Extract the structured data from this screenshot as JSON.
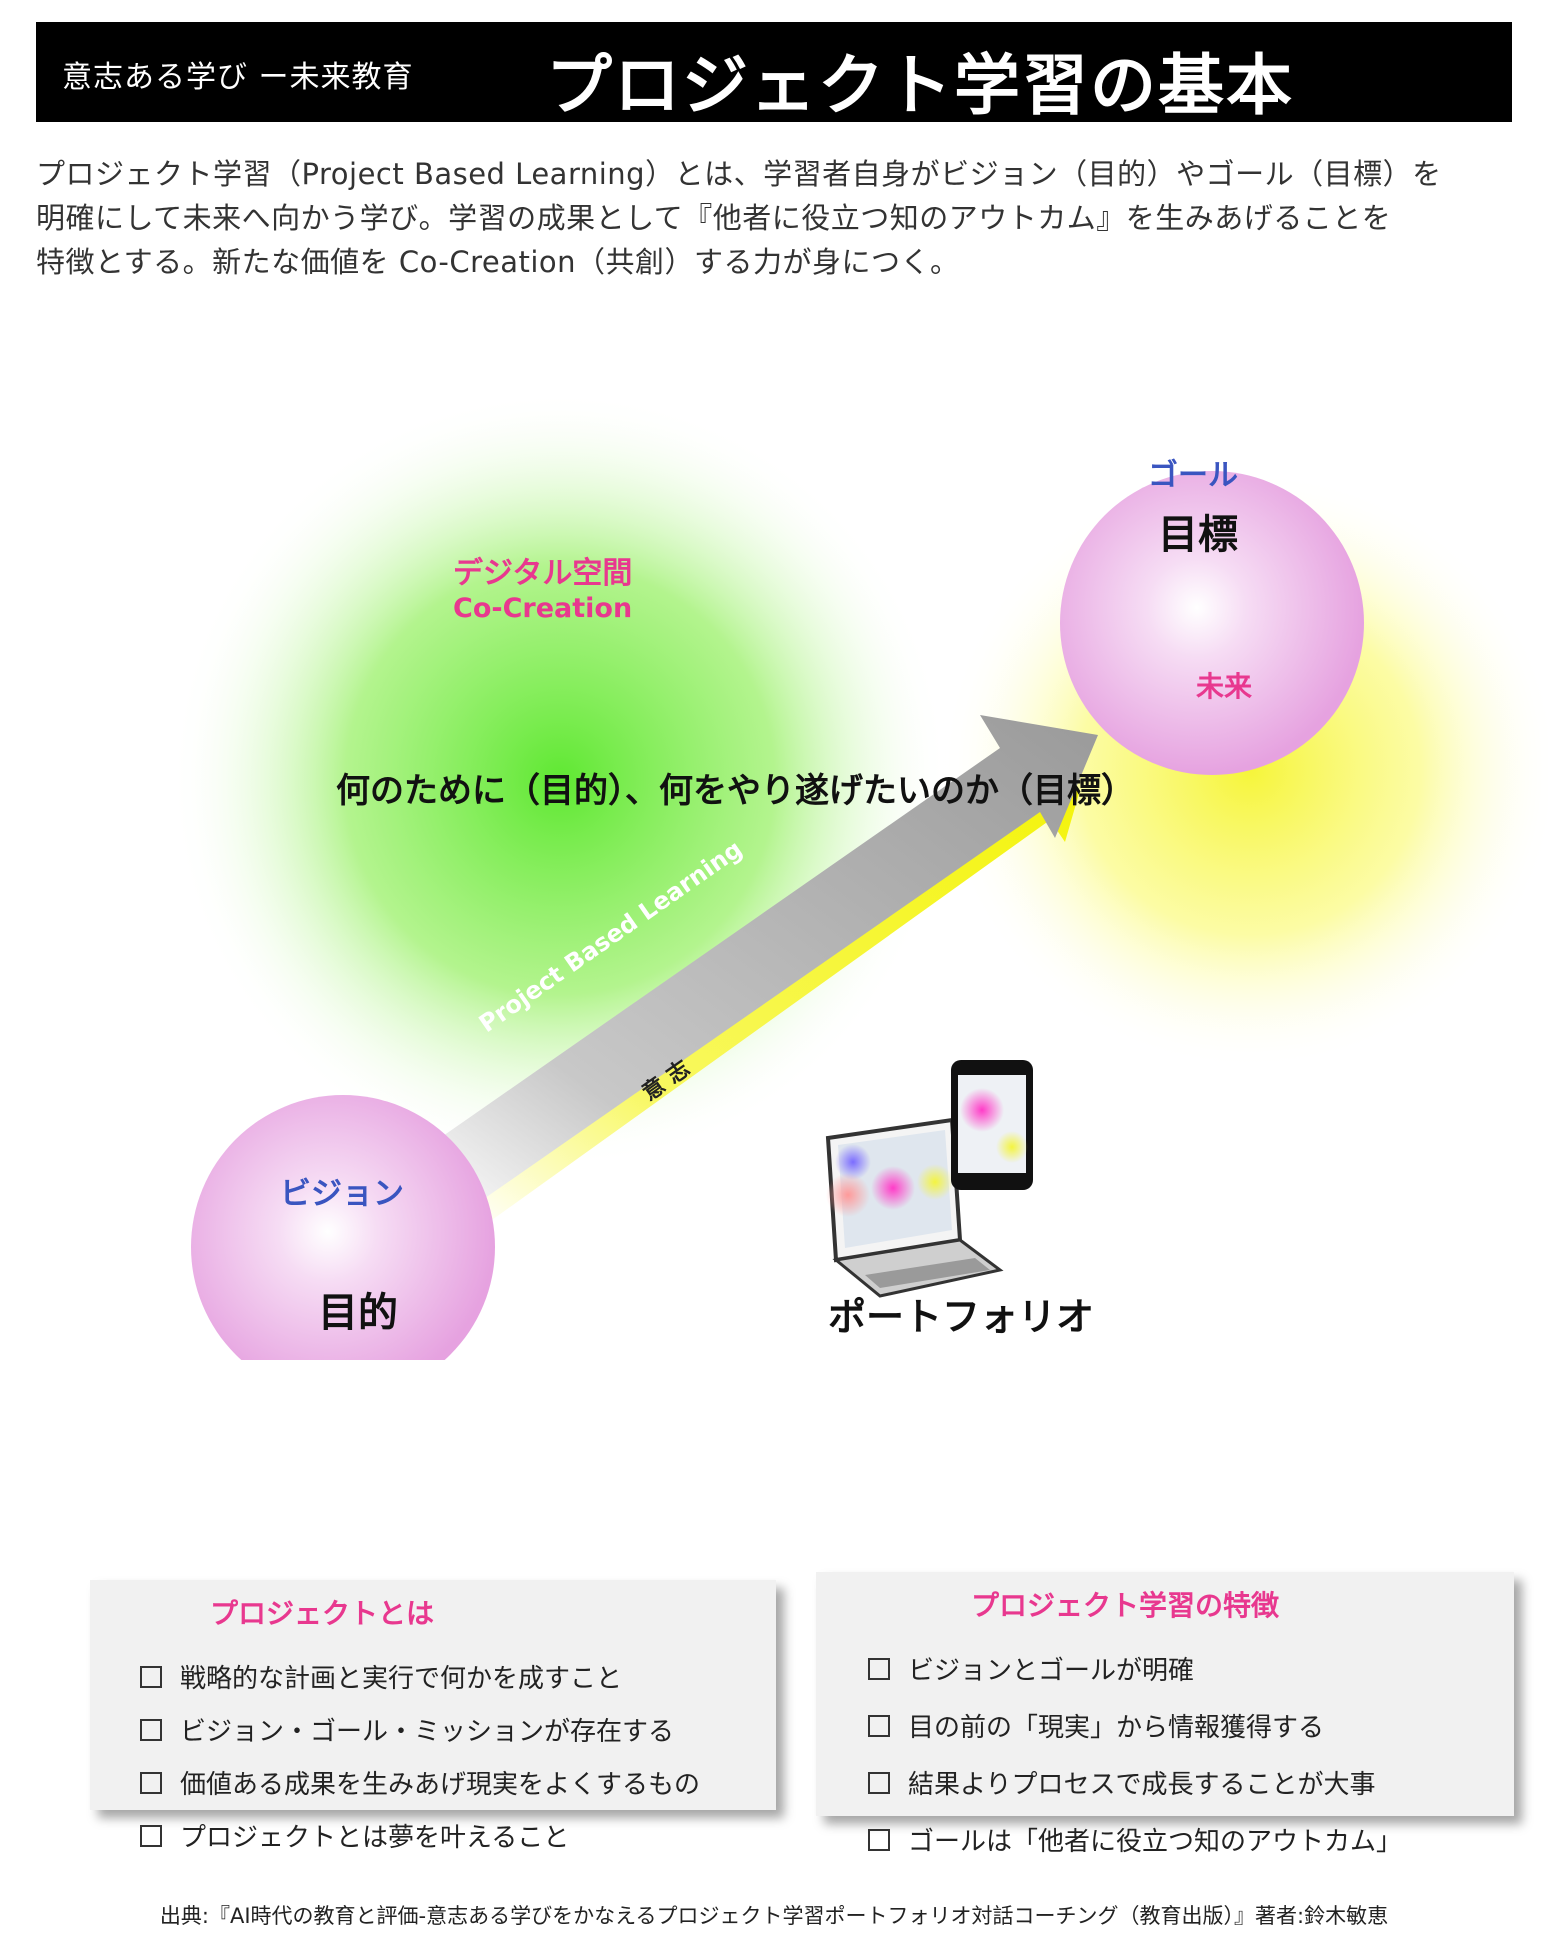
{
  "header": {
    "series": "意志ある学び ー未来教育",
    "title": "プロジェクト学習の基本"
  },
  "intro": {
    "lines": [
      "プロジェクト学習（Project Based Learning）とは、学習者自身がビジョン（目的）やゴール（目標）を",
      "明確にして未来へ向かう学び。学習の成果として『他者に役立つ知のアウトカム』を生みあげることを",
      "特徴とする。新たな価値を Co-Creation（共創）する力が身につく。"
    ]
  },
  "diagram": {
    "digital_space": "デジタル空間",
    "co_creation": "Co-Creation",
    "goal_label": "ゴール",
    "goal_sub": "目標",
    "future": "未来",
    "vision_label": "ビジョン",
    "vision_sub": "目的",
    "question": "何のために（目的）、何をやり遂げたいのか（目標）",
    "arrow_text": "Project Based Learning",
    "arrow_sub": "意 志",
    "portfolio": "ポートフォリオ",
    "colors": {
      "green": "#5fe832",
      "yellow": "#f6f53a",
      "pink": "#e6a2e0",
      "accent_pink": "#e8388f",
      "accent_blue": "#3a55c0"
    },
    "icons": [
      "laptop-icon",
      "smartphone-icon"
    ]
  },
  "panels": {
    "left": {
      "title": "プロジェクトとは",
      "items": [
        "戦略的な計画と実行で何かを成すこと",
        "ビジョン・ゴール・ミッションが存在する",
        "価値ある成果を生みあげ現実をよくするもの",
        "プロジェクトとは夢を叶えること"
      ]
    },
    "right": {
      "title": "プロジェクト学習の特徴",
      "items": [
        "ビジョンとゴールが明確",
        "目の前の「現実」から情報獲得する",
        "結果よりプロセスで成長することが大事",
        "ゴールは「他者に役立つ知のアウトカム」"
      ]
    }
  },
  "source": "出典:『AI時代の教育と評価-意志ある学びをかなえるプロジェクト学習ポートフォリオ対話コーチング（教育出版）』著者:鈴木敏恵"
}
